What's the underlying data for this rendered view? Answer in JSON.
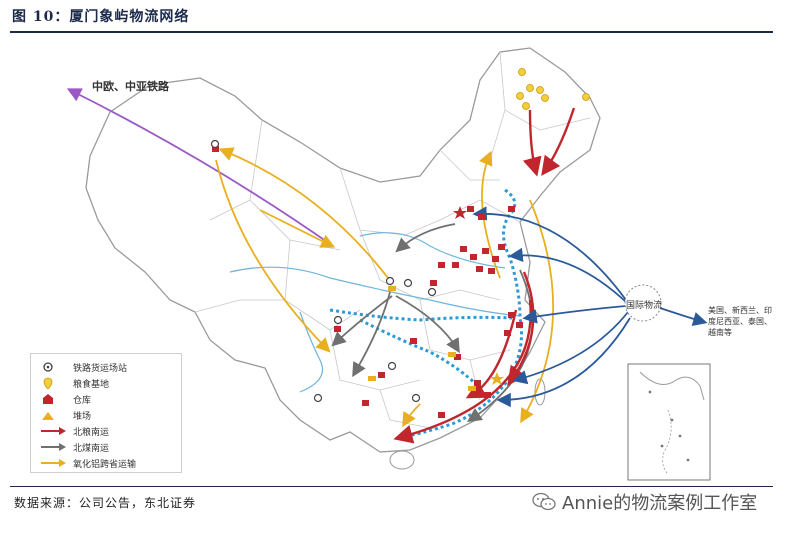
{
  "figure": {
    "title": "图 10：厦门象屿物流网络",
    "source": "数据来源：公司公告，东北证券"
  },
  "map_labels": {
    "rail_route": "中欧、中亚铁路",
    "intl_logistics": "国际物流",
    "destinations": "美国、新西兰、印度尼西亚、泰国、越南等"
  },
  "legend": {
    "items": [
      {
        "label": "铁路货运场站",
        "icon": "rail-station-icon"
      },
      {
        "label": "粮食基地",
        "icon": "grain-base-icon"
      },
      {
        "label": "仓库",
        "icon": "warehouse-icon"
      },
      {
        "label": "堆场",
        "icon": "yard-icon"
      },
      {
        "label": "北粮南运",
        "icon": "red-arrow-icon"
      },
      {
        "label": "北煤南运",
        "icon": "gray-arrow-icon"
      },
      {
        "label": "氧化铝跨省运输",
        "icon": "yellow-arrow-icon"
      }
    ]
  },
  "watermark": {
    "text": "Annie的物流案例工作室",
    "icon": "wechat-icon"
  },
  "colors": {
    "title": "#1b2a4a",
    "grain_route": "#c0272d",
    "coal_route": "#707070",
    "alumina_route": "#e8b020",
    "intl_route": "#2a5a9a",
    "rail_route": "#9b59c6",
    "river": "#6fb4dc",
    "coast_dots": "#2a9ad8",
    "land": "#ffffff",
    "border": "#9a9a9a"
  }
}
